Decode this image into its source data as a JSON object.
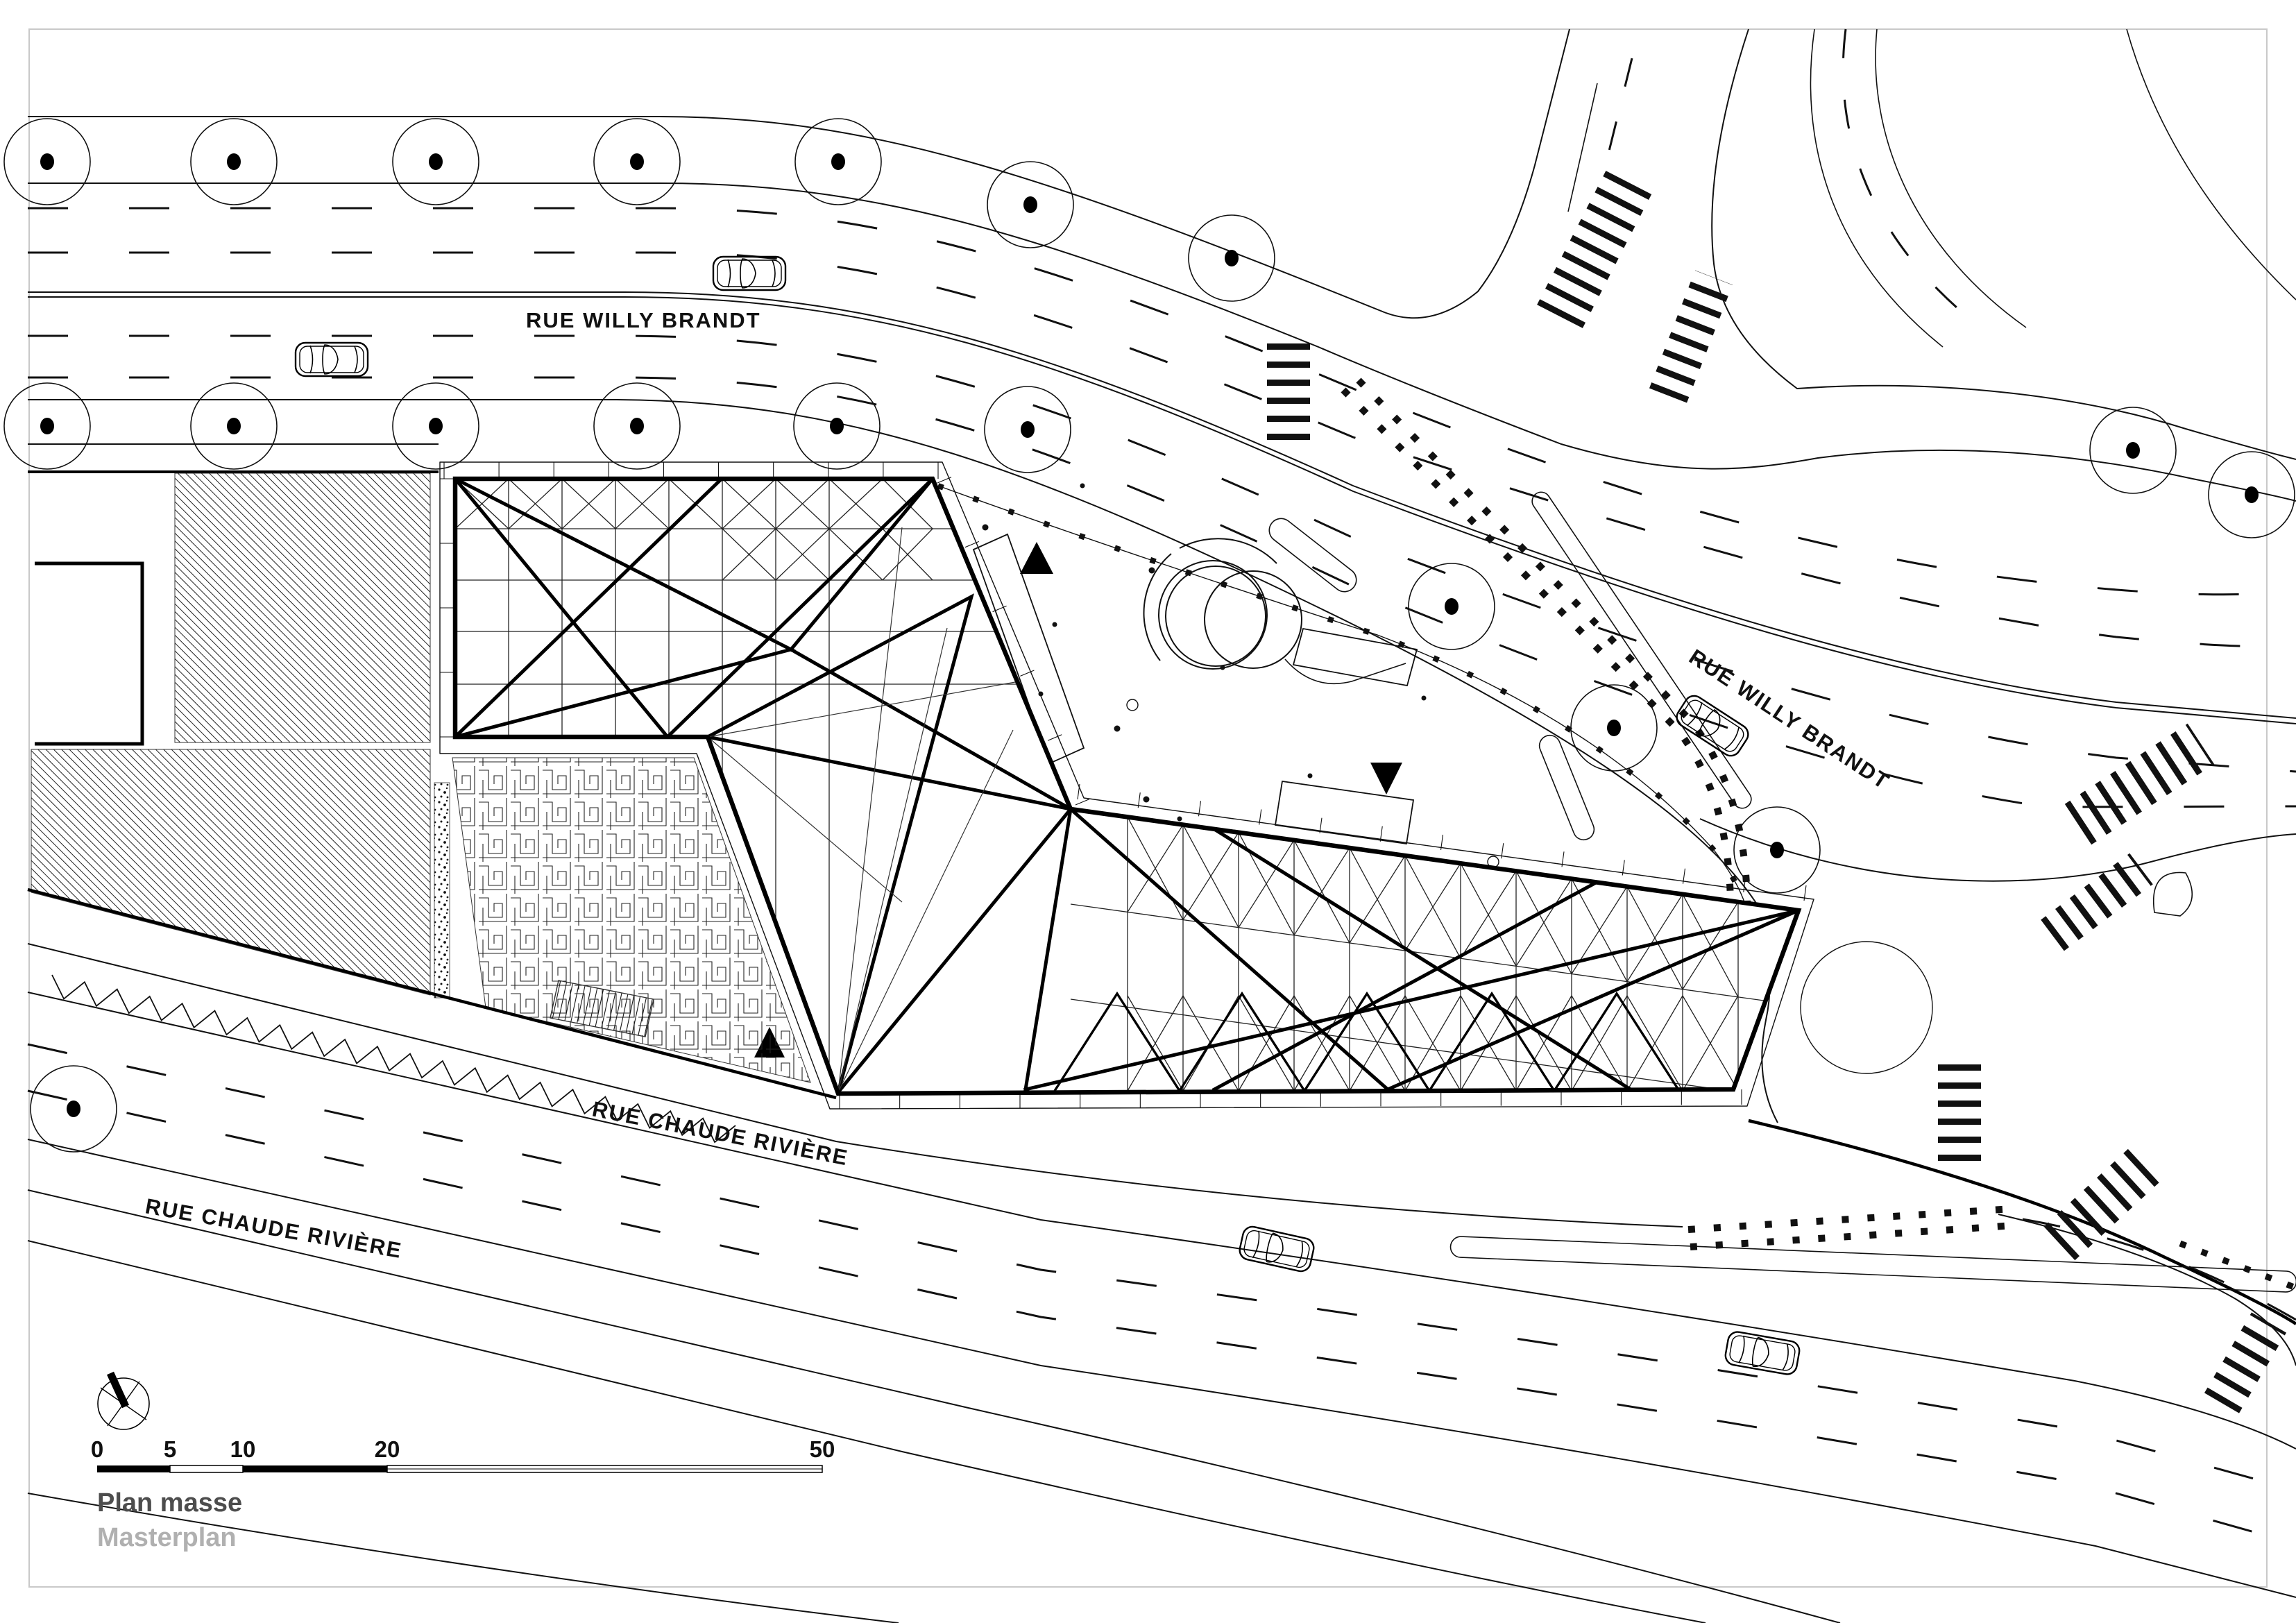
{
  "document": {
    "kind": "architectural masterplan sheet",
    "drawing_title_fr": "Plan masse",
    "drawing_title_en": "Masterplan"
  },
  "labels": {
    "street_top": "RUE WILLY BRANDT",
    "street_east": "RUE WILLY BRANDT",
    "street_south_upper": "RUE CHAUDE RIVIÈRE",
    "street_south_lower": "RUE CHAUDE RIVIÈRE"
  },
  "titles": {
    "primary": "Plan masse",
    "secondary": "Masterplan"
  },
  "scale_bar": {
    "unit": "m",
    "ticks": [
      "0",
      "5",
      "10",
      "20",
      "50"
    ]
  },
  "icons": {
    "north_arrow": "north-arrow-compass",
    "tree": "tree-canopy-circle",
    "car": "car-top-view",
    "entrance_up": "entrance-triangle-marker",
    "entrance_down": "entrance-triangle-marker"
  },
  "colors": {
    "ink": "#000000",
    "title_primary": "#4d4d4d",
    "title_secondary": "#b0b0b0",
    "page_border": "#c9c9c9"
  }
}
